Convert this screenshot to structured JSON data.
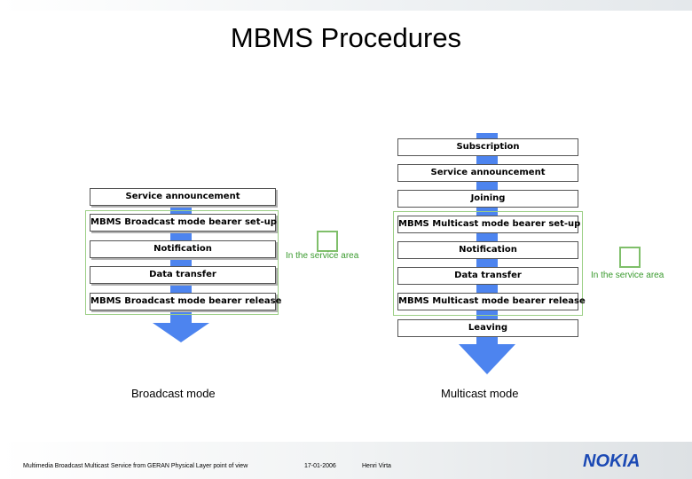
{
  "title": "MBMS Procedures",
  "broadcast": {
    "mode_label": "Broadcast mode",
    "steps": [
      "Service announcement",
      "MBMS Broadcast mode bearer set-up",
      "Notification",
      "Data transfer",
      "MBMS Broadcast mode bearer release"
    ],
    "legend": "In the service area"
  },
  "multicast": {
    "mode_label": "Multicast mode",
    "steps": [
      "Subscription",
      "Service announcement",
      "Joining",
      "MBMS Multicast mode bearer set-up",
      "Notification",
      "Data transfer",
      "MBMS Multicast mode bearer release",
      "Leaving"
    ],
    "legend": "In the service area"
  },
  "footer": {
    "subject": "Multimedia Broadcast Multicast Service  from GERAN Physical Layer point of view",
    "date": "17-01-2006",
    "author": "Henri Virta",
    "logo": "NOKIA"
  },
  "colors": {
    "arrow": "#4d84ef",
    "group_border": "#9ccf86",
    "legend_text": "#3a9a2e",
    "logo": "#1b49b4"
  }
}
